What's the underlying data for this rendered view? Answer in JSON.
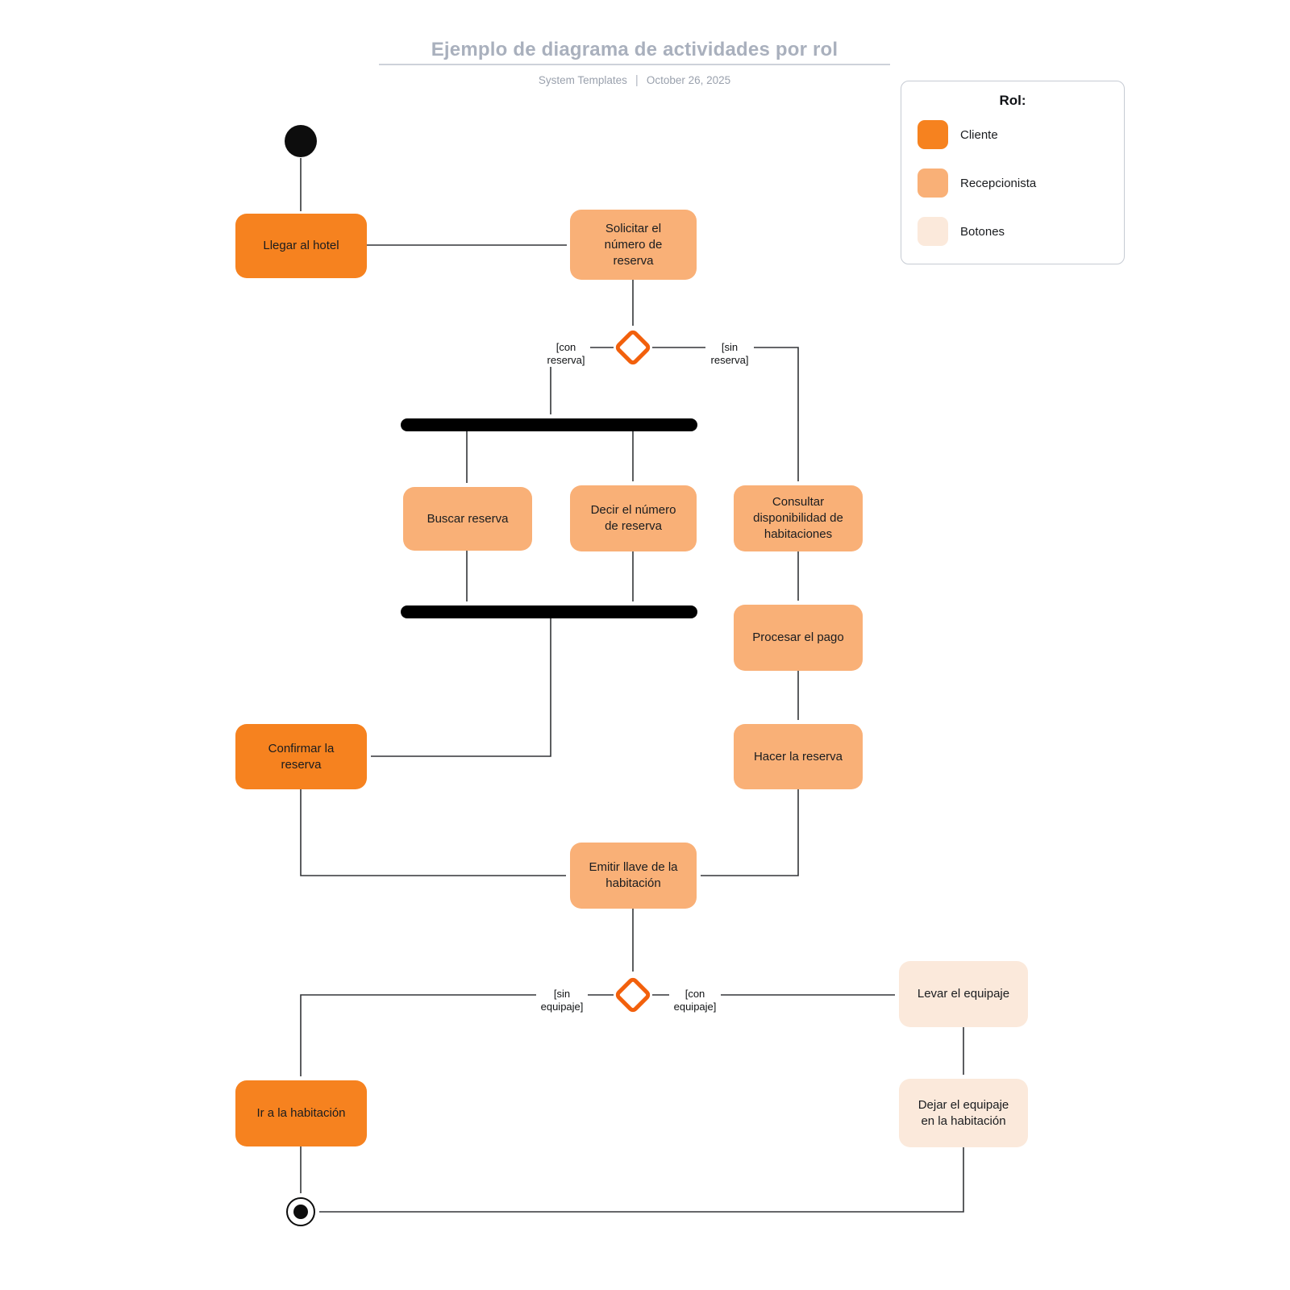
{
  "header": {
    "title": "Ejemplo de diagrama de actividades por rol",
    "source": "System Templates",
    "separator": "|",
    "date": "October 26, 2025"
  },
  "legend": {
    "title": "Rol:",
    "items": [
      {
        "label": "Cliente",
        "color": "#F6821F"
      },
      {
        "label": "Recepcionista",
        "color": "#F9B077"
      },
      {
        "label": "Botones",
        "color": "#FBE9DB"
      }
    ]
  },
  "nodes": {
    "llegar": {
      "label": "Llegar al hotel",
      "role": "Cliente"
    },
    "solicitar": {
      "label": "Solicitar el número de reserva",
      "role": "Recepcionista"
    },
    "buscar": {
      "label": "Buscar reserva",
      "role": "Recepcionista"
    },
    "decir": {
      "label": "Decir el número de reserva",
      "role": "Recepcionista"
    },
    "consultar": {
      "label": "Consultar disponibilidad de habitaciones",
      "role": "Recepcionista"
    },
    "procesar": {
      "label": "Procesar el pago",
      "role": "Recepcionista"
    },
    "confirmar": {
      "label": "Confirmar la reserva",
      "role": "Cliente"
    },
    "hacer": {
      "label": "Hacer la reserva",
      "role": "Recepcionista"
    },
    "emitir": {
      "label": "Emitir llave de la habitación",
      "role": "Recepcionista"
    },
    "levar": {
      "label": "Levar el equipaje",
      "role": "Botones"
    },
    "ir": {
      "label": "Ir a la habitación",
      "role": "Cliente"
    },
    "dejar": {
      "label": "Dejar el equipaje en la habitación",
      "role": "Botones"
    }
  },
  "guards": {
    "con_reserva": "[con reserva]",
    "sin_reserva": "[sin reserva]",
    "sin_equipaje": "[sin equipaje]",
    "con_equipaje": "[con equipaje]"
  },
  "colors": {
    "cliente": "#F6821F",
    "recepcionista": "#F9B077",
    "botones": "#FBE9DB",
    "decision_border": "#F2600C",
    "connector": "#333538",
    "sync_bar": "#000000",
    "title": "#A9B0BD"
  }
}
